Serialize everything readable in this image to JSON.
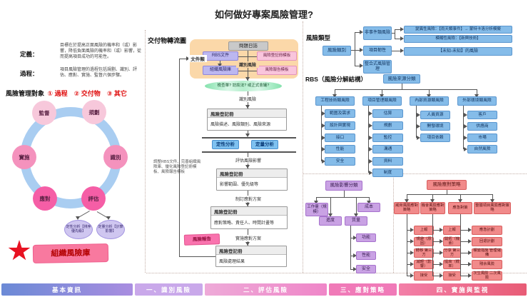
{
  "title": "如何做好專案風險管理?",
  "left": {
    "definition_label": "定義：",
    "definition_text": "目標在於提高正面風險的機率和（或）影響，降低負面風險的機率和（或）影響，從而提高項目成功的可能性。",
    "process_label": "過程：",
    "process_text": "項目風險管理的過程包括規劃、識別、評估、應對、實施、監督六個步驟。",
    "objects_label": "風險管理對象",
    "objects_items": "① 過程　② 交付物　③ 其它",
    "cycle": {
      "monitor": "監督",
      "plan": "規劃",
      "implement": "實施",
      "identify": "識別",
      "respond": "應對",
      "assess": "評估"
    },
    "qualitative": "定性分析【排序優先級】",
    "quantitative": "定量分析【計算影響】",
    "library_banner": "組織風險庫"
  },
  "flow": {
    "header": "交付物轉流圖",
    "issue_log": "問題日誌",
    "docs_label": "文件類",
    "rbs_file": "RBS文件",
    "org_library": "組織風險庫",
    "register_template": "風險登記冊模板",
    "report_template": "風險報告模板",
    "identify_label": "識別風險",
    "methods": "檢查單? 訪談法? 或正式會議?",
    "register_title": "風險登記冊",
    "register1_content": "風險描述、風險類別、風險來源",
    "qualitative": "定性分析",
    "quantitative": "定量分析",
    "assess_label": "評估風險影響",
    "register2_content": "影響範圍、優先級等",
    "plan_label": "制訂應對方案",
    "register3_content": "應對策略、責任人、時間計畫等",
    "report_flag": "風險報告",
    "implement_label": "實施應對方案",
    "register4_content": "風險處理結果",
    "note": "調整RBS文件、完善組織風險庫、優化風險登記冊模板、風險報告模板"
  },
  "risk_types": {
    "header": "風險類型",
    "root": "風險類別",
    "branch_non_event": "非事件類風險",
    "variability": "變異性風險：【雨天類事件】→ 蒙特卡洛分析模擬",
    "ambiguity": "模糊性風險：【新興技術】",
    "branch_resilience": "項目韌性",
    "unknown_unknown": "【未知-未知】的風險",
    "branch_integrated": "整合式風險管理"
  },
  "rbs": {
    "header": "RBS（風險分解結構）",
    "root": "風險來源分類",
    "columns": [
      {
        "title": "工程技術類風險",
        "items": [
          "範圍及需求",
          "設計與實現",
          "接口",
          "性能",
          "安全"
        ]
      },
      {
        "title": "項目管理類風險",
        "items": [
          "估算",
          "規劃",
          "監控",
          "溝通",
          "資料",
          "制度"
        ]
      },
      {
        "title": "內部資源類風險",
        "items": [
          "人員資源",
          "開發環境",
          "項目依賴"
        ]
      },
      {
        "title": "外部環境類風險",
        "items": [
          "客戶",
          "供應商",
          "市場",
          "自然風險"
        ]
      }
    ]
  },
  "impact": {
    "root": "風險影響分類",
    "workload": "工作量（規模）",
    "schedule": "進度",
    "quality": "質量",
    "cost": "成本",
    "quality_children": [
      "功能",
      "性能",
      "安全"
    ]
  },
  "response": {
    "root": "風險應對策略",
    "threat_title": "威脅風險應對策略",
    "threat_items": [
      "上報",
      "規避（原因）",
      "轉移 第三方",
      "減輕（影響）",
      "接受"
    ],
    "opportunity_title": "機會風險應對策略",
    "opportunity_items": [
      "上報",
      "開拓（機會）",
      "分享 第三方",
      "提高（概率）",
      "接受"
    ],
    "contingency_title": "應急對策",
    "contingency_items": [
      "應急計劃",
      "回退計劃",
      "權變措施 管理儲備",
      "殘余風險",
      "次生風險 二次風險"
    ],
    "overall_title": "整體項目風險應對策略"
  },
  "footer": [
    "基本資訊",
    "一、識別風險",
    "二、評估風險",
    "三、應對策略",
    "四、實施與監視"
  ]
}
